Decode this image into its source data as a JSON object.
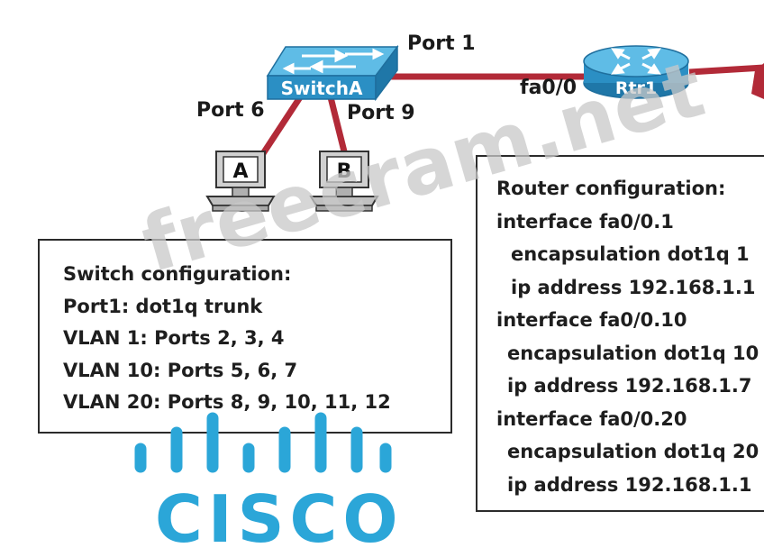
{
  "devices": {
    "switch": {
      "name": "SwitchA"
    },
    "router": {
      "name": "Rtr1"
    },
    "host_a": {
      "label": "A"
    },
    "host_b": {
      "label": "B"
    }
  },
  "port_labels": {
    "port1": "Port 1",
    "port6": "Port 6",
    "port9": "Port 9",
    "fa0_0": "fa0/0"
  },
  "switch_config": {
    "lines": [
      "Switch configuration:",
      "Port1: dot1q trunk",
      "VLAN 1: Ports 2, 3, 4",
      "VLAN 10: Ports 5, 6, 7",
      "VLAN 20: Ports 8, 9, 10, 11, 12"
    ]
  },
  "router_config": {
    "lines": [
      "Router configuration:",
      "interface fa0/0.1",
      " encapsulation dot1q 1",
      " ip address 192.168.1.1",
      "interface fa0/0.10",
      " encapsulation dot1q 10",
      " ip address 192.168.1.7",
      "interface fa0/0.20",
      " encapsulation dot1q 20",
      " ip address 192.168.1.1"
    ]
  },
  "watermark": "freecram.net",
  "logo": {
    "text": "CISCO"
  },
  "colors": {
    "link": "#b22a38",
    "device_blue": "#2b8fc4",
    "logo_blue": "#2ba6d8"
  }
}
